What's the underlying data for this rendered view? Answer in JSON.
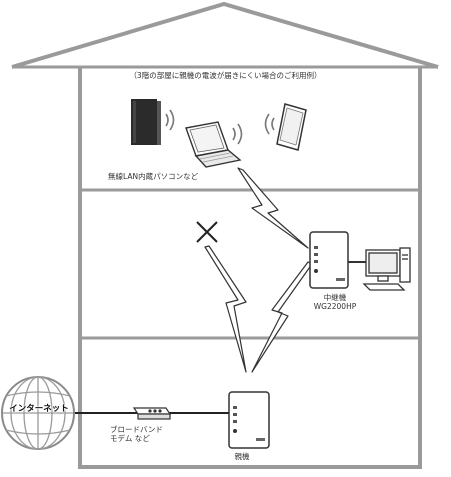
{
  "caption": "（3階の部屋に親機の電波が届きにくい場合のご利用例）",
  "devices": {
    "pc_label": "無線LAN内蔵パソコンなど",
    "repeater_label_1": "中継機",
    "repeater_label_2": "WG2200HP",
    "modem_label_1": "ブロードバンド",
    "modem_label_2": "モデム など",
    "router_label": "親機",
    "internet_label": "インターネット"
  },
  "colors": {
    "outline": "#9a9a9a",
    "device_fill": "#ffffff",
    "dark_device": "#2b2b2b",
    "globe": "#bdbdbd"
  },
  "icons": [
    "wifi-waves-icon",
    "cross-icon",
    "lightning-signal-icon",
    "globe-icon"
  ]
}
